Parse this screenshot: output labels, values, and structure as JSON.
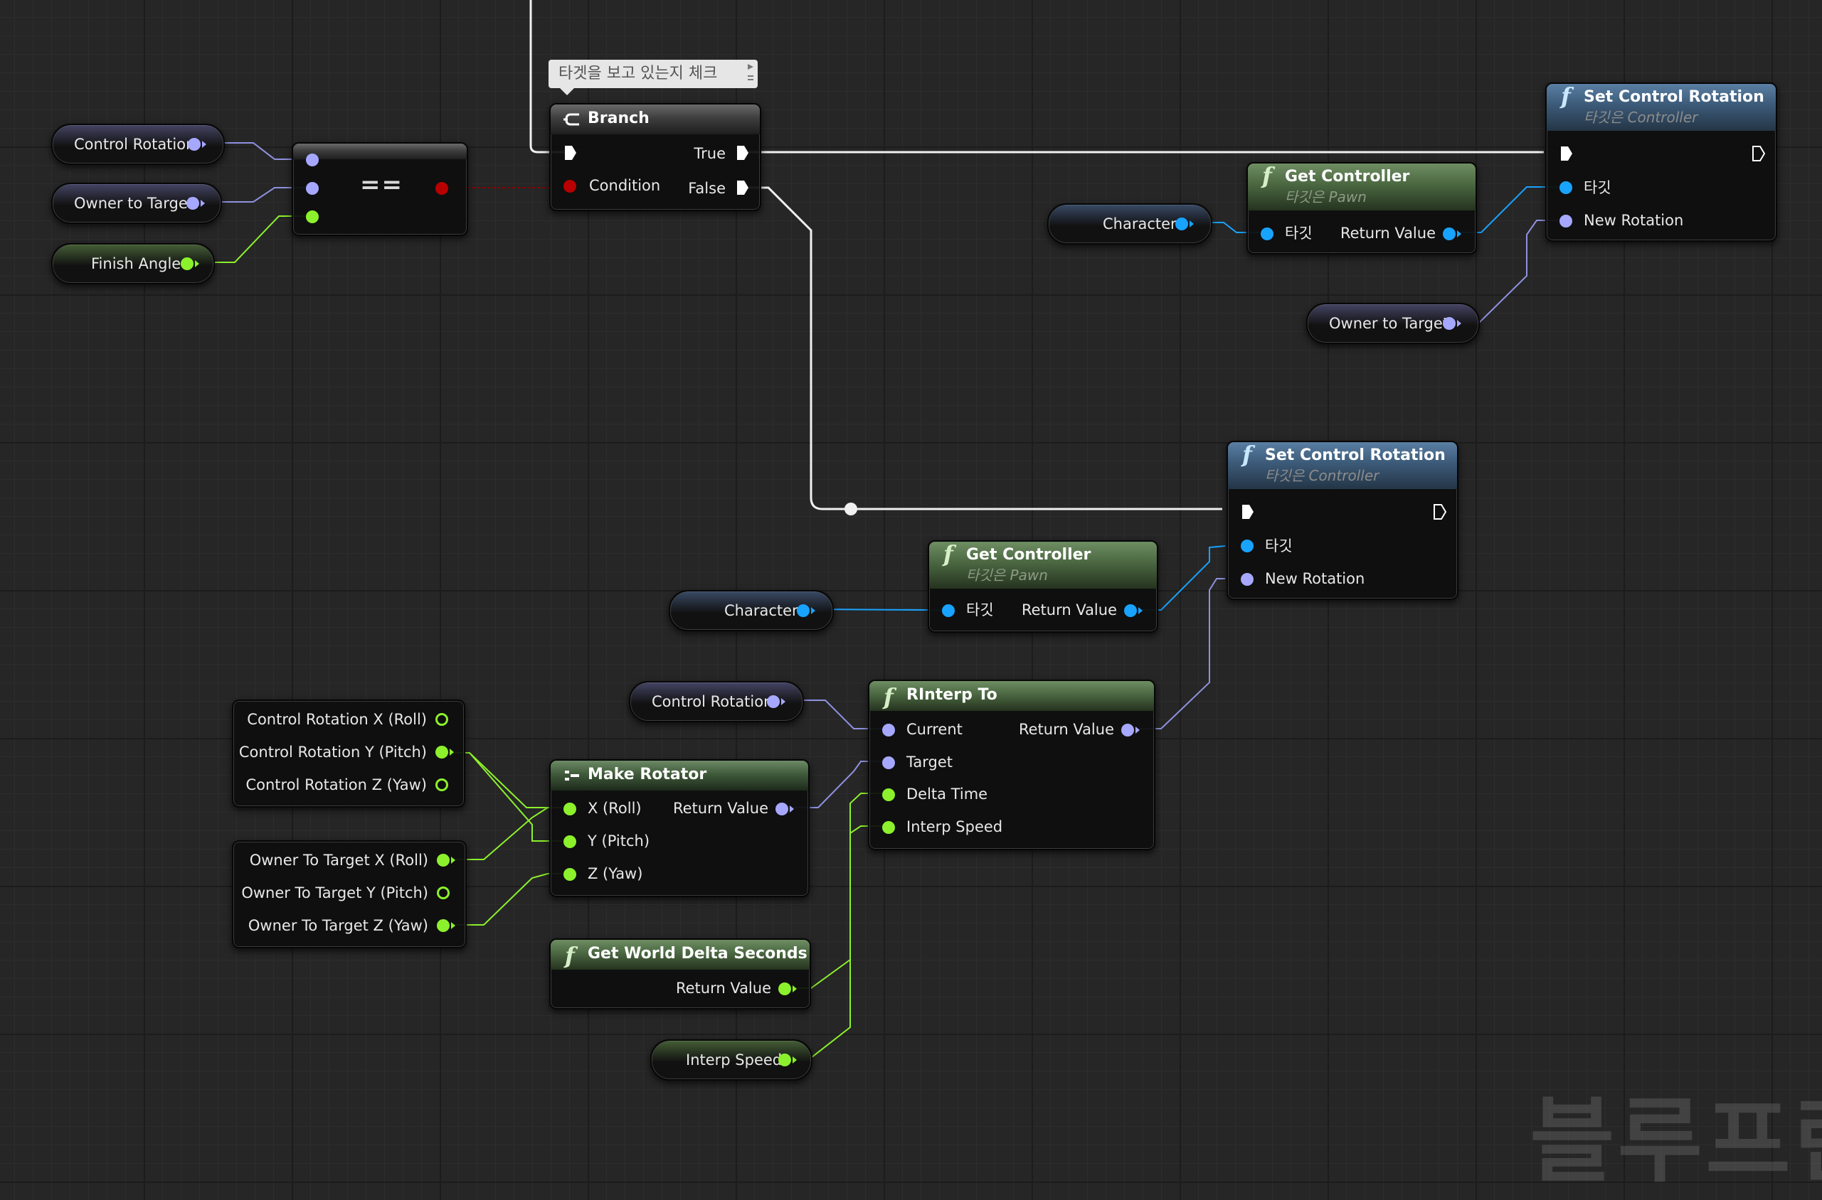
{
  "comment": {
    "text": "타겟을 보고 있는지 체크"
  },
  "watermark": "블루프린",
  "nodes": {
    "branch": {
      "title": "Branch",
      "condition": "Condition",
      "true": "True",
      "false": "False"
    },
    "equals": {
      "symbol": "=="
    },
    "set_control_rotation_top": {
      "title": "Set Control Rotation",
      "subtitle": "타깃은 Controller",
      "target": "타깃",
      "new_rotation": "New Rotation"
    },
    "get_controller_top": {
      "title": "Get Controller",
      "subtitle": "타깃은 Pawn",
      "target": "타깃",
      "return": "Return Value"
    },
    "set_control_rotation_bottom": {
      "title": "Set Control Rotation",
      "subtitle": "타깃은 Controller",
      "target": "타깃",
      "new_rotation": "New Rotation"
    },
    "get_controller_bottom": {
      "title": "Get Controller",
      "subtitle": "타깃은 Pawn",
      "target": "타깃",
      "return": "Return Value"
    },
    "rinterp_to": {
      "title": "RInterp To",
      "current": "Current",
      "target": "Target",
      "delta_time": "Delta Time",
      "interp_speed": "Interp Speed",
      "return": "Return Value"
    },
    "make_rotator": {
      "title": "Make Rotator",
      "x": "X (Roll)",
      "y": "Y (Pitch)",
      "z": "Z (Yaw)",
      "return": "Return Value"
    },
    "get_world_delta_seconds": {
      "title": "Get World Delta Seconds",
      "return": "Return Value"
    },
    "break_control_rotation": {
      "x": "Control Rotation X (Roll)",
      "y": "Control Rotation Y (Pitch)",
      "z": "Control Rotation Z (Yaw)"
    },
    "break_owner_to_target": {
      "x": "Owner To Target X (Roll)",
      "y": "Owner To Target Y (Pitch)",
      "z": "Owner To Target Z (Yaw)"
    }
  },
  "variables": {
    "control_rotation_1": "Control Rotation",
    "owner_to_target_1": "Owner to Target",
    "finish_angle": "Finish Angle",
    "character_1": "Character",
    "owner_to_target_2": "Owner to Target",
    "character_2": "Character",
    "control_rotation_2": "Control Rotation",
    "interp_speed": "Interp Speed"
  },
  "pin_colors": {
    "object": "#18a3ff",
    "rotator": "#a6a8ff",
    "float": "#8cf12c",
    "bool": "#b90000",
    "exec": "#ffffff"
  }
}
